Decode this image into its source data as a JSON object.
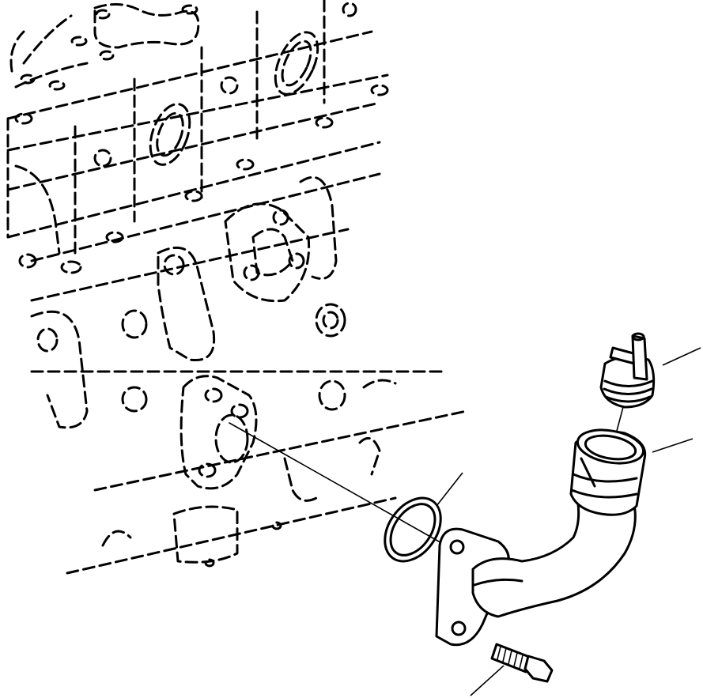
{
  "drawing": {
    "stroke_color": "#000000",
    "background_color": "#ffffff",
    "parts": [
      {
        "id": "engine-block",
        "style": "dashed"
      },
      {
        "id": "mounting-pad",
        "style": "dashed"
      },
      {
        "id": "o-ring-gasket",
        "style": "solid"
      },
      {
        "id": "oil-filler-tube",
        "style": "solid"
      },
      {
        "id": "filler-cap",
        "style": "solid"
      },
      {
        "id": "flange-bolt",
        "style": "solid"
      }
    ],
    "callout_leaders": 4
  }
}
